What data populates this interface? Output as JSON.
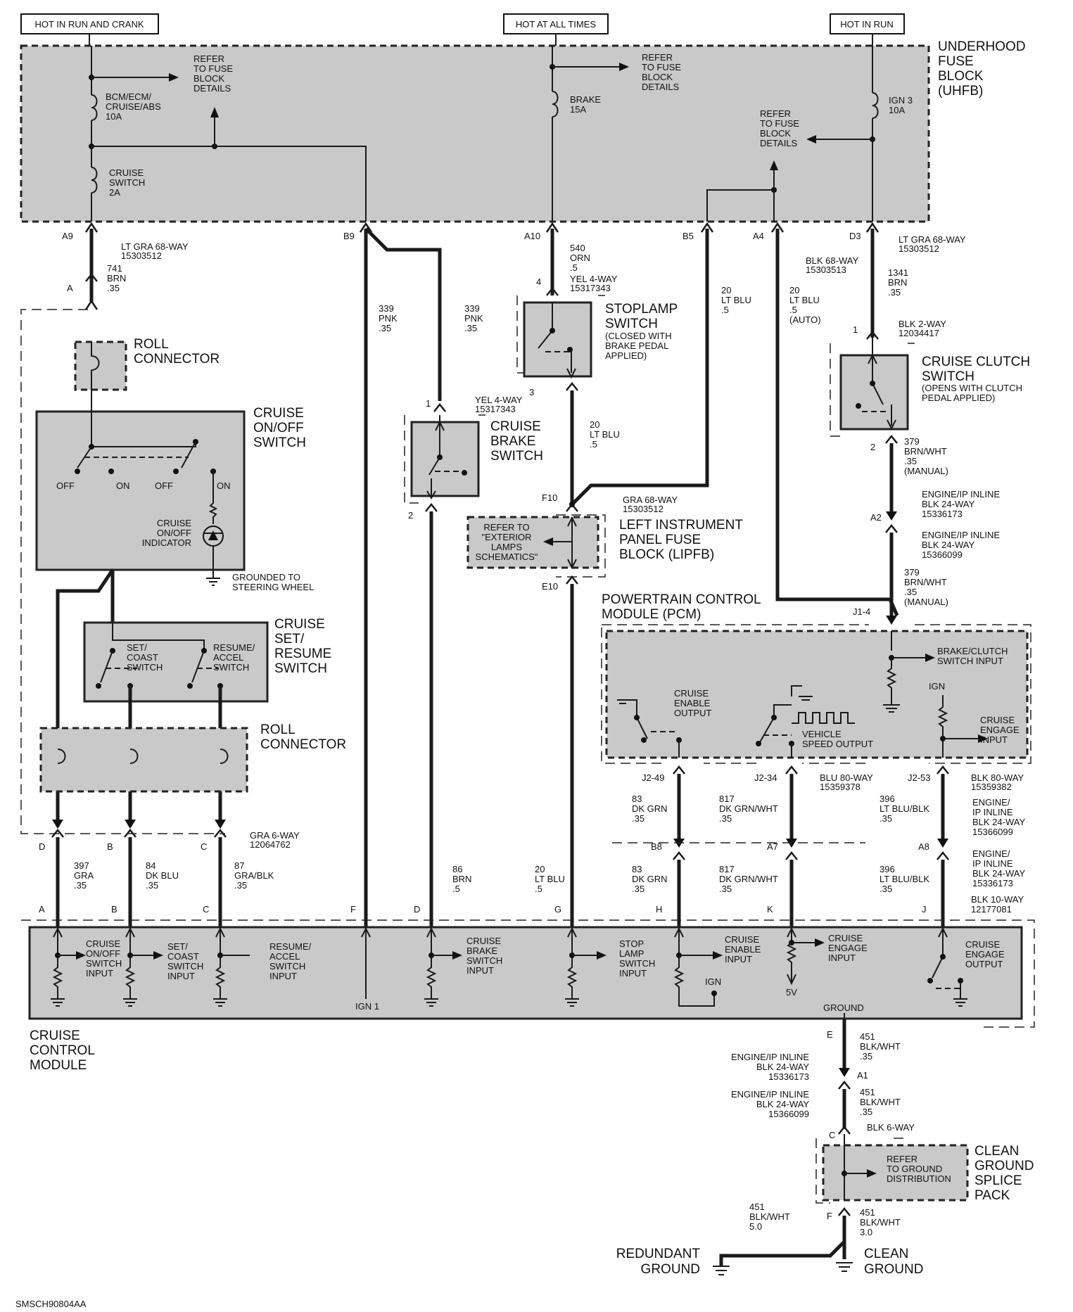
{
  "headers": {
    "run_crank": "HOT IN RUN AND CRANK",
    "all_times": "HOT AT ALL TIMES",
    "run": "HOT IN RUN"
  },
  "uhfb": {
    "title": [
      "UNDERHOOD",
      "FUSE",
      "BLOCK",
      "(UHFB)"
    ],
    "fuse_bcm": [
      "BCM/ECM/",
      "CRUISE/ABS",
      "10A"
    ],
    "fuse_cruise": [
      "CRUISE",
      "SWITCH",
      "2A"
    ],
    "fuse_brake": [
      "BRAKE",
      "15A"
    ],
    "fuse_ign3": [
      "IGN 3",
      "10A"
    ],
    "refer": [
      "REFER",
      "TO FUSE",
      "BLOCK",
      "DETAILS"
    ]
  },
  "pins_top": {
    "a9": "A9",
    "b9": "B9",
    "a10": "A10",
    "b5": "B5",
    "a4": "A4",
    "d3": "D3"
  },
  "wires": {
    "w741": [
      "741",
      "BRN",
      ".35"
    ],
    "w339a": [
      "339",
      "PNK",
      ".35"
    ],
    "w339b": [
      "339",
      "PNK",
      ".35"
    ],
    "w540": [
      "540",
      "ORN",
      ".5"
    ],
    "w20b5": [
      "20",
      "LT BLU",
      ".5"
    ],
    "w20a4": [
      "20",
      "LT BLU",
      ".5",
      "(AUTO)"
    ],
    "w1341": [
      "1341",
      "BRN",
      ".35"
    ],
    "w20stop": [
      "20",
      "LT BLU",
      ".5"
    ],
    "w379a": [
      "379",
      "BRN/WHT",
      ".35",
      "(MANUAL)"
    ],
    "w379b": [
      "379",
      "BRN/WHT",
      ".35",
      "(MANUAL)"
    ],
    "w397": [
      "397",
      "GRA",
      ".35"
    ],
    "w84": [
      "84",
      "DK BLU",
      ".35"
    ],
    "w87": [
      "87",
      "GRA/BLK",
      ".35"
    ],
    "w86": [
      "86",
      "BRN",
      ".5"
    ],
    "w20g": [
      "20",
      "LT BLU",
      ".5"
    ],
    "w83a": [
      "83",
      "DK GRN",
      ".35"
    ],
    "w83b": [
      "83",
      "DK GRN",
      ".35"
    ],
    "w817a": [
      "817",
      "DK GRN/WHT",
      ".35"
    ],
    "w817b": [
      "817",
      "DK GRN/WHT",
      ".35"
    ],
    "w396a": [
      "396",
      "LT BLU/BLK",
      ".35"
    ],
    "w396b": [
      "396",
      "LT BLU/BLK",
      ".35"
    ],
    "w451a": [
      "451",
      "BLK/WHT",
      ".35"
    ],
    "w451b": [
      "451",
      "BLK/WHT",
      ".35"
    ],
    "w451c": [
      "451",
      "BLK/WHT",
      "5.0"
    ],
    "w451d": [
      "451",
      "BLK/WHT",
      "3.0"
    ]
  },
  "connectors": {
    "ltgra_a9": [
      "LT GRA 68-WAY",
      "15303512"
    ],
    "ltgra_d3": [
      "LT GRA 68-WAY",
      "15303512"
    ],
    "blk68": [
      "BLK 68-WAY",
      "15303513"
    ],
    "yel_stop": [
      "YEL 4-WAY",
      "15317343"
    ],
    "yel_brake": [
      "YEL 4-WAY",
      "15317343"
    ],
    "blk2": [
      "BLK 2-WAY",
      "12034417"
    ],
    "gra68": [
      "GRA 68-WAY",
      "15303512"
    ],
    "eng_a2_top": [
      "ENGINE/IP INLINE",
      "BLK 24-WAY",
      "15336173"
    ],
    "eng_a2_bot": [
      "ENGINE/IP INLINE",
      "BLK 24-WAY",
      "15366099"
    ],
    "gra6": [
      "GRA 6-WAY",
      "12064762"
    ],
    "blu80a": [
      "BLU 80-WAY",
      "15359378"
    ],
    "blk80": [
      "BLK 80-WAY",
      "15359382"
    ],
    "eng_a8_top": [
      "ENGINE/",
      "IP INLINE",
      "BLK 24-WAY",
      "15366099"
    ],
    "eng_a8_bot": [
      "ENGINE/",
      "IP INLINE",
      "BLK 24-WAY",
      "15336173"
    ],
    "blk10": [
      "BLK 10-WAY",
      "12177081"
    ],
    "eng_a1_top": [
      "ENGINE/IP INLINE",
      "BLK 24-WAY",
      "15336173"
    ],
    "eng_a1_bot": [
      "ENGINE/IP INLINE",
      "BLK 24-WAY",
      "15366099"
    ],
    "blk6": "BLK 6-WAY"
  },
  "pin_labels": {
    "a": "A",
    "stop4": "4",
    "stop3": "3",
    "brake1": "1",
    "brake2": "2",
    "clutch1": "1",
    "clutch2": "2",
    "f10": "F10",
    "e10": "E10",
    "a2": "A2",
    "j14": "J1-4",
    "j249": "J2-49",
    "j234": "J2-34",
    "j253": "J2-53",
    "b8": "B8",
    "a7": "A7",
    "a8": "A8",
    "d": "D",
    "b": "B",
    "c": "C",
    "a_low": "A",
    "b_low": "B",
    "c_low": "C",
    "f": "F",
    "d_low": "D",
    "g": "G",
    "h": "H",
    "k": "K",
    "j": "J",
    "e": "E",
    "a1": "A1",
    "c_gnd": "C",
    "f_gnd": "F"
  },
  "components": {
    "roll1": [
      "ROLL",
      "CONNECTOR"
    ],
    "roll2": [
      "ROLL",
      "CONNECTOR"
    ],
    "cruise_onoff": [
      "CRUISE",
      "ON/OFF",
      "SWITCH"
    ],
    "off1": "OFF",
    "on1": "ON",
    "off2": "OFF",
    "on2": "ON",
    "indicator": [
      "CRUISE",
      "ON/OFF",
      "INDICATOR"
    ],
    "grounded": [
      "GROUNDED TO",
      "STEERING WHEEL"
    ],
    "set_resume": [
      "CRUISE",
      "SET/",
      "RESUME",
      "SWITCH"
    ],
    "set_coast": [
      "SET/",
      "COAST",
      "SWITCH"
    ],
    "resume_accel": [
      "RESUME/",
      "ACCEL",
      "SWITCH"
    ],
    "stoplamp": [
      "STOPLAMP",
      "SWITCH"
    ],
    "stoplamp_note": [
      "(CLOSED WITH",
      "BRAKE PEDAL",
      "APPLIED)"
    ],
    "cruise_brake": [
      "CRUISE",
      "BRAKE",
      "SWITCH"
    ],
    "cruise_clutch": [
      "CRUISE CLUTCH",
      "SWITCH"
    ],
    "clutch_note": [
      "(OPENS WITH CLUTCH",
      "PEDAL APPLIED)"
    ],
    "lipfb": [
      "LEFT INSTRUMENT",
      "PANEL FUSE",
      "BLOCK (LIPFB)"
    ],
    "exterior": [
      "REFER TO",
      "\"EXTERIOR",
      "LAMPS",
      "SCHEMATICS\""
    ]
  },
  "pcm": {
    "title": [
      "POWERTRAIN CONTROL",
      "MODULE (PCM)"
    ],
    "brake_clutch": [
      "BRAKE/CLUTCH",
      "SWITCH INPUT"
    ],
    "ign": "IGN",
    "enable_out": [
      "CRUISE",
      "ENABLE",
      "OUTPUT"
    ],
    "vss_out": [
      "VEHICLE",
      "SPEED OUTPUT"
    ],
    "engage_in": [
      "CRUISE",
      "ENGAGE",
      "INPUT"
    ]
  },
  "ccm": {
    "title": [
      "CRUISE",
      "CONTROL",
      "MODULE"
    ],
    "onoff_in": [
      "CRUISE",
      "ON/OFF",
      "SWITCH",
      "INPUT"
    ],
    "setcoast_in": [
      "SET/",
      "COAST",
      "SWITCH",
      "INPUT"
    ],
    "resume_in": [
      "RESUME/",
      "ACCEL",
      "SWITCH",
      "INPUT"
    ],
    "ign1": "IGN 1",
    "brake_in": [
      "CRUISE",
      "BRAKE",
      "SWITCH",
      "INPUT"
    ],
    "stop_in": [
      "STOP",
      "LAMP",
      "SWITCH",
      "INPUT"
    ],
    "enable_in": [
      "CRUISE",
      "ENABLE",
      "INPUT"
    ],
    "ign": "IGN",
    "engage_in": [
      "CRUISE",
      "ENGAGE",
      "INPUT"
    ],
    "five_v": "5V",
    "engage_out": [
      "CRUISE",
      "ENGAGE",
      "OUTPUT"
    ],
    "ground": "GROUND"
  },
  "ground": {
    "splice": [
      "CLEAN",
      "GROUND",
      "SPLICE",
      "PACK"
    ],
    "refer": [
      "REFER",
      "TO GROUND",
      "DISTRIBUTION"
    ],
    "redundant": [
      "REDUNDANT",
      "GROUND"
    ],
    "clean": [
      "CLEAN",
      "GROUND"
    ]
  },
  "footer": "SMSCH90804AA"
}
